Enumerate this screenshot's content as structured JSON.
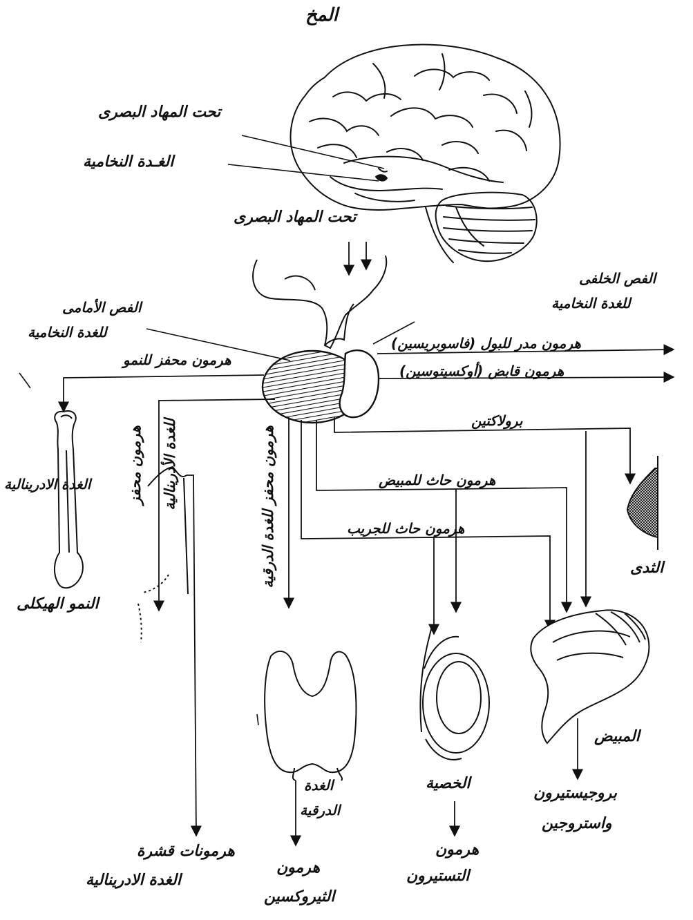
{
  "diagram": {
    "labels": {
      "brain": "المخ",
      "hypothalamus_upper": "تحت المهاد البصرى",
      "pituitary_gland": "الغـدة النخامية",
      "hypothalamus_lower": "تحت المهاد البصرى",
      "posterior_lobe_line1": "الفص الخلفى",
      "posterior_lobe_line2": "للغدة النخامية",
      "anterior_lobe_line1": "الفص الأمامى",
      "anterior_lobe_line2": "للغدة النخامية",
      "growth_hormone": "هرمون محفز للنمو",
      "vasopressin": "هرمون مدر للبول (فاسوبريسين)",
      "oxytocin": "هرمون قابض (أوكسيتوسين)",
      "prolactin": "برولاكتين",
      "ovary_stimulating": "هرمون حاث للمبيض",
      "follicle_stimulating": "هرمون حاث للجريب",
      "acth_line1": "هرمون محفز",
      "acth_line2": "للغدة الأدرينالية",
      "tsh": "هرمون محفز للغدة الدرقية",
      "skeletal_growth": "النمو الهيكلى",
      "adrenal_gland": "الغدة الادرينالية",
      "breast": "الثدى",
      "ovary": "المبيض",
      "testis": "الخصية",
      "thyroid_line1": "الغدة",
      "thyroid_line2": "الدرقية",
      "adrenal_cortex_line1": "هرمونات قشرة",
      "adrenal_cortex_line2": "الغدة الادرينالية",
      "thyroxine_line1": "هرمون",
      "thyroxine_line2": "الثيروكسين",
      "testosterone_line1": "هرمون",
      "testosterone_line2": "التستيرون",
      "ovary_hormones_line1": "بروجيستيرون",
      "ovary_hormones_line2": "واستروجين"
    }
  }
}
